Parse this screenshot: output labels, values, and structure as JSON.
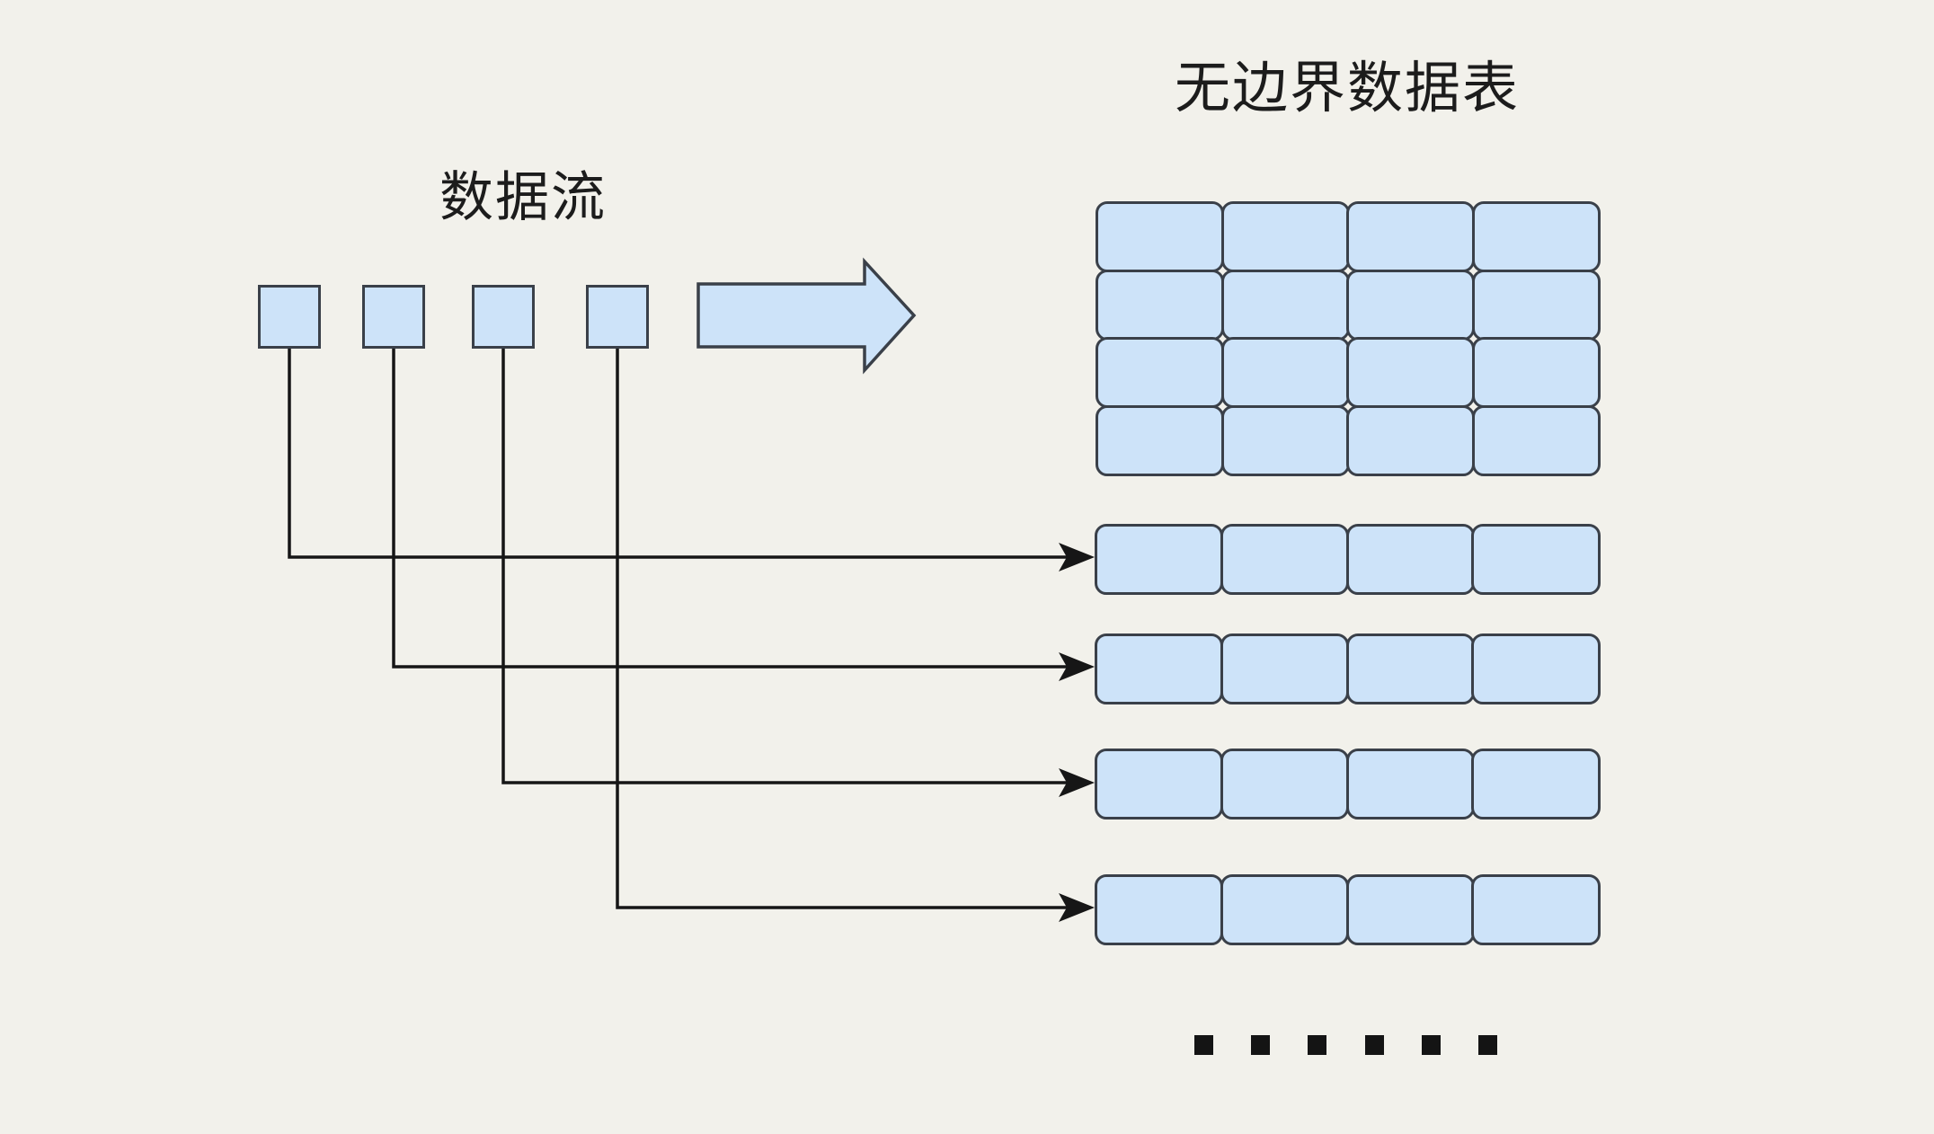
{
  "diagram": {
    "background_color": "#f2f1eb",
    "shape_fill_color": "#cde3f9",
    "shape_border_color": "#3a4049",
    "connector_color": "#161616",
    "text_color": "#1c1c1c"
  },
  "stream": {
    "label": "数据流",
    "unit_count": 4,
    "flow_arrow_icon": "big-right-arrow"
  },
  "table": {
    "title": "无边界数据表",
    "grid_rows": 4,
    "grid_cols": 4,
    "appended_row_count": 4,
    "appended_row_cols": 4
  },
  "connections": [
    {
      "from_unit": 1,
      "to_row": 1
    },
    {
      "from_unit": 2,
      "to_row": 2
    },
    {
      "from_unit": 3,
      "to_row": 3
    },
    {
      "from_unit": 4,
      "to_row": 4
    }
  ],
  "ellipsis": {
    "dot_count": 6,
    "meaning_icon": "more-rows-ellipsis"
  }
}
